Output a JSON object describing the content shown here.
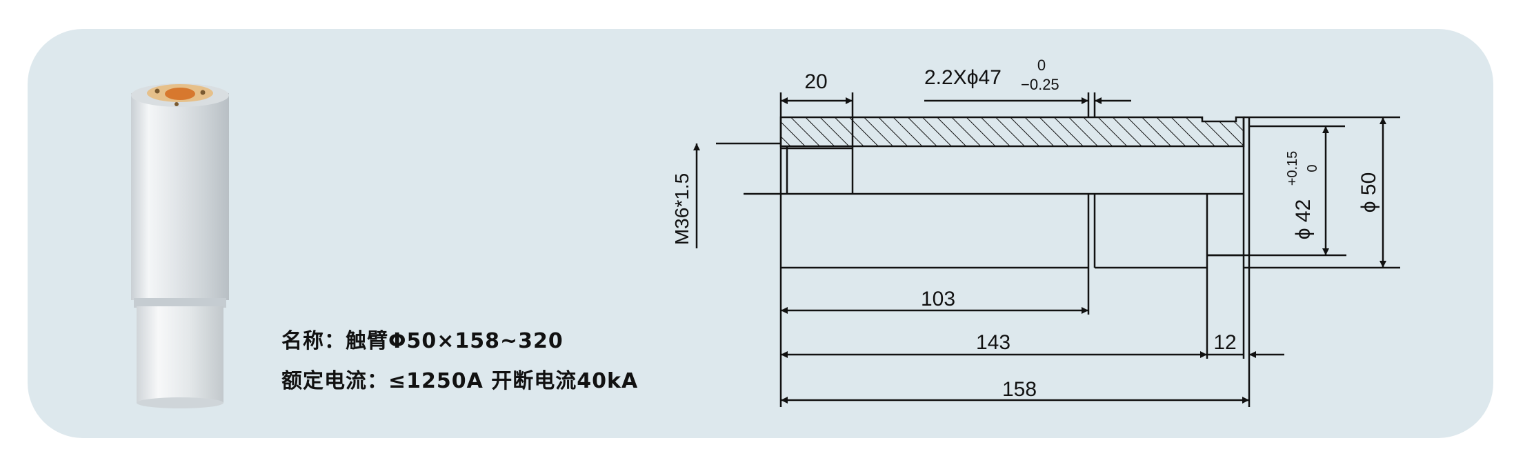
{
  "product": {
    "name_line": "名称：触臂Φ50×158~320",
    "rating_line": "额定电流：≤1250A 开断电流40kA"
  },
  "dimensions": {
    "d20": "20",
    "groove": "2.2Xϕ47",
    "groove_tol_upper": "0",
    "groove_tol_lower": "−0.25",
    "thread": "M36*1.5",
    "bore": "ϕ 42",
    "bore_tol_upper": "+0.15",
    "bore_tol_lower": "0",
    "outer": "ϕ 50",
    "d103": "103",
    "d143": "143",
    "d12": "12",
    "d158": "158"
  },
  "colors": {
    "panel": "#dde8ed",
    "line": "#111111"
  }
}
